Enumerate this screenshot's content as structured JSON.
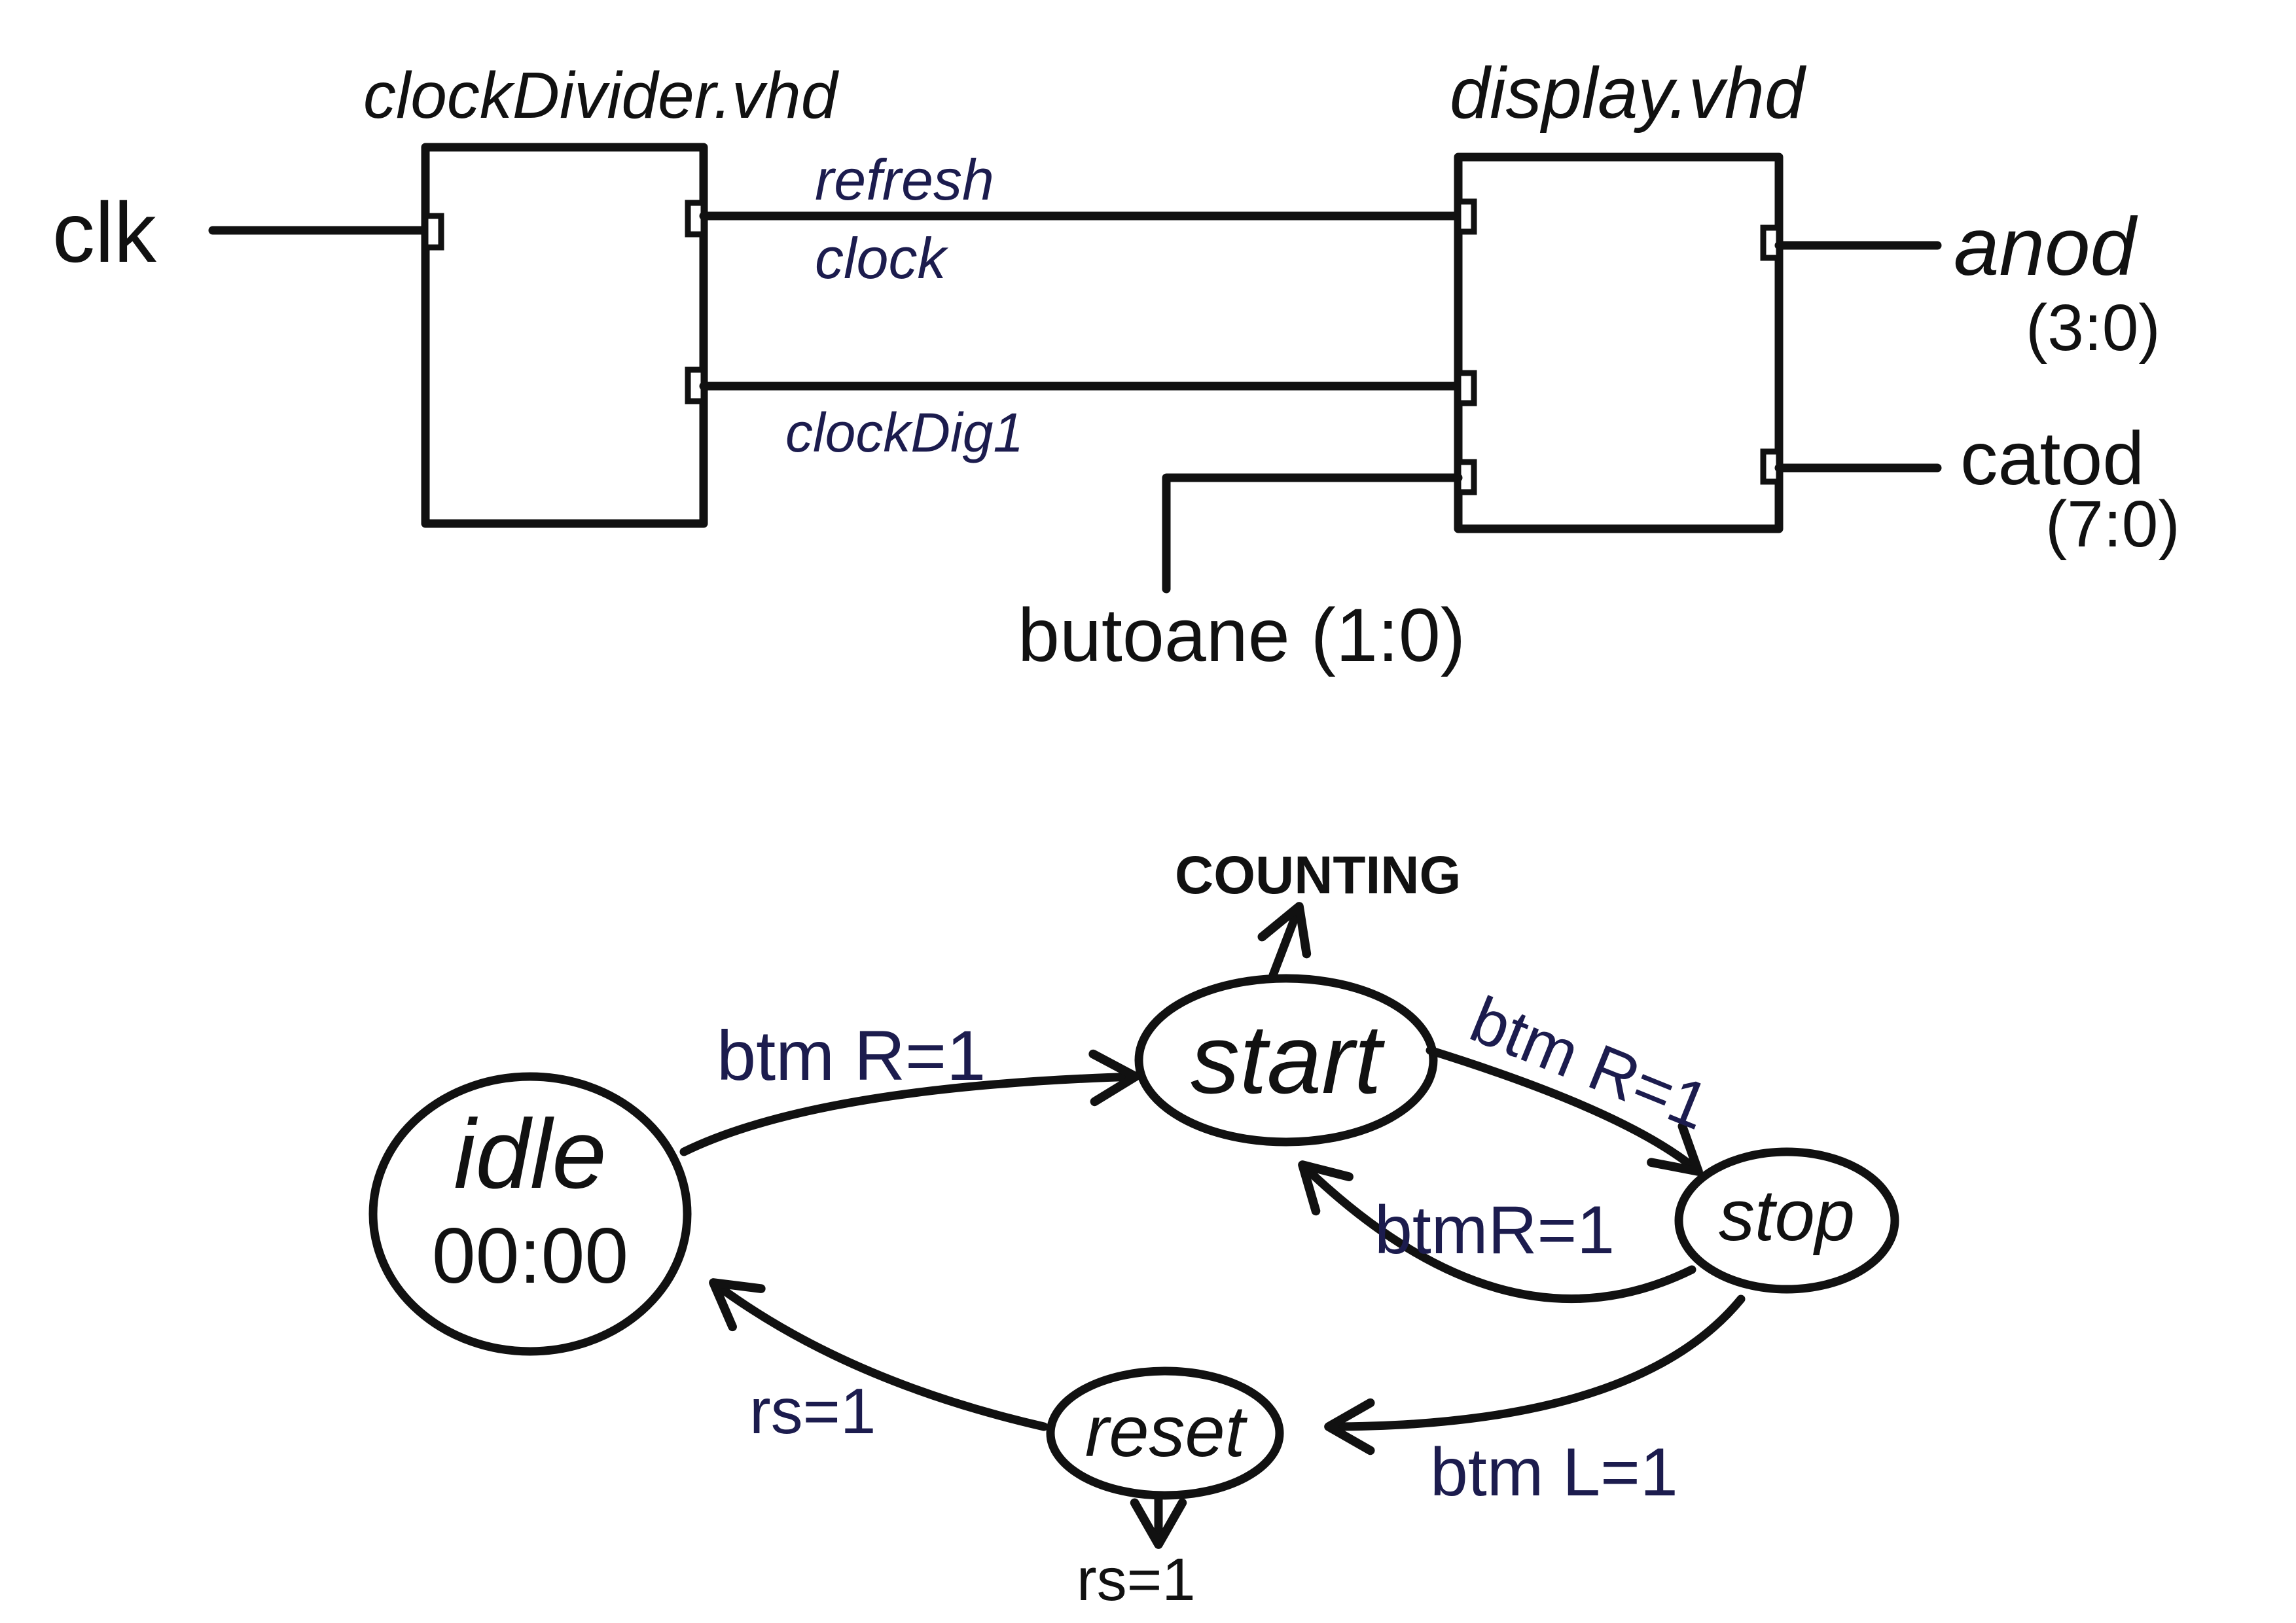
{
  "colors": {
    "ink": "#111111",
    "annotation": "#1c1c4e",
    "background": "#ffffff"
  },
  "block_diagram": {
    "blocks": [
      {
        "id": "clockDivider",
        "title": "clockDivider.vhd"
      },
      {
        "id": "display",
        "title": "display.vhd"
      }
    ],
    "signals": {
      "clk": "clk",
      "refresh": "refresh",
      "refresh_clock": "clock",
      "clockDig": "clockDig1",
      "butoane": "butoane (1:0)",
      "anod": "anod",
      "anod_range": "(3:0)",
      "catod": "catod",
      "catod_range": "(7:0)"
    }
  },
  "state_machine": {
    "states": [
      {
        "id": "idle",
        "label": "idle",
        "sublabel": "00:00"
      },
      {
        "id": "start",
        "label": "start"
      },
      {
        "id": "stop",
        "label": "stop"
      },
      {
        "id": "reset",
        "label": "reset"
      }
    ],
    "transitions": [
      {
        "from": "idle",
        "to": "start",
        "label": "btm R=1"
      },
      {
        "from": "start",
        "to": "stop",
        "label": "btm R=1"
      },
      {
        "from": "stop",
        "to": "start",
        "label": "btmR=1"
      },
      {
        "from": "stop",
        "to": "reset",
        "label": "btm L=1"
      },
      {
        "from": "reset",
        "to": "idle",
        "label": "rs=1"
      }
    ],
    "start_output": "COUNTING",
    "reset_output": "rs=1"
  }
}
